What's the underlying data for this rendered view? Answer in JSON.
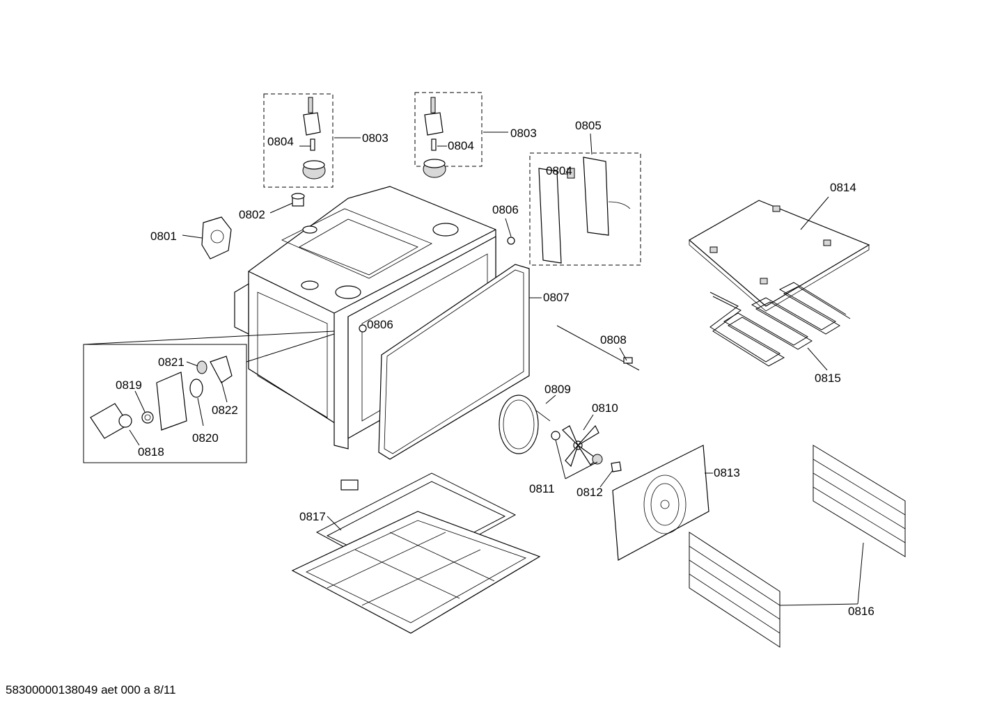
{
  "labels": {
    "p0801": "0801",
    "p0802": "0802",
    "p0803a": "0803",
    "p0803b": "0803",
    "p0804a": "0804",
    "p0804b": "0804",
    "p0804c": "0804",
    "p0805": "0805",
    "p0806a": "0806",
    "p0806b": "0806",
    "p0807": "0807",
    "p0808": "0808",
    "p0809": "0809",
    "p0810": "0810",
    "p0811": "0811",
    "p0812": "0812",
    "p0813": "0813",
    "p0814": "0814",
    "p0815": "0815",
    "p0816": "0816",
    "p0817": "0817",
    "p0818": "0818",
    "p0819": "0819",
    "p0820": "0820",
    "p0821": "0821",
    "p0822": "0822"
  },
  "footer": "58300000138049 aet 000 a 8/11"
}
